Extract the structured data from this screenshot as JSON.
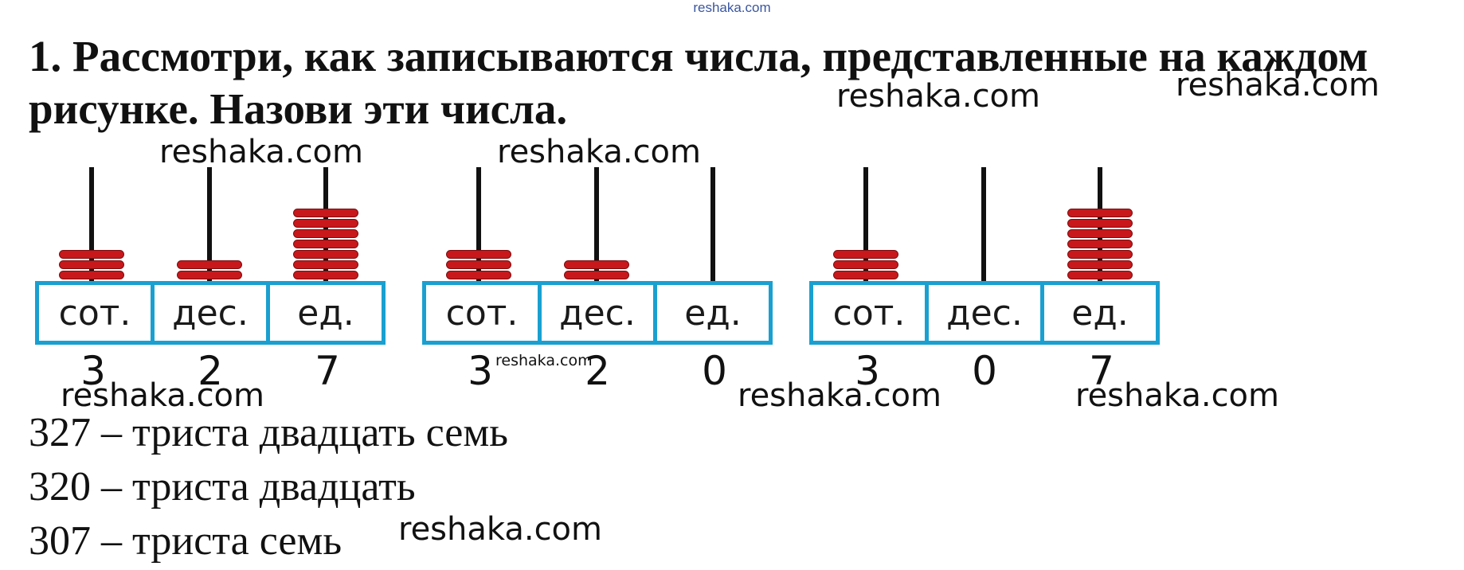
{
  "header_watermark": "reshaka.com",
  "task": {
    "line1": "1. Рассмотри, как записываются числа, представленные на каждом",
    "line2": "рисунке. Назови эти числа."
  },
  "watermark": "reshaka.com",
  "abacuses": [
    {
      "labels": [
        "сот.",
        "дес.",
        "ед."
      ],
      "digits": [
        "3",
        "2",
        "7"
      ],
      "beads": [
        3,
        2,
        7
      ]
    },
    {
      "labels": [
        "сот.",
        "дес.",
        "ед."
      ],
      "digits": [
        "3",
        "2",
        "0"
      ],
      "beads": [
        3,
        2,
        0
      ]
    },
    {
      "labels": [
        "сот.",
        "дес.",
        "ед."
      ],
      "digits": [
        "3",
        "0",
        "7"
      ],
      "beads": [
        3,
        0,
        7
      ]
    }
  ],
  "answers": [
    "327 – триста двадцать семь",
    "320 – триста двадцать",
    "307 – триста семь"
  ],
  "colors": {
    "bead": "#c8181c",
    "board_border": "#1aa0d0",
    "text": "#111111"
  }
}
